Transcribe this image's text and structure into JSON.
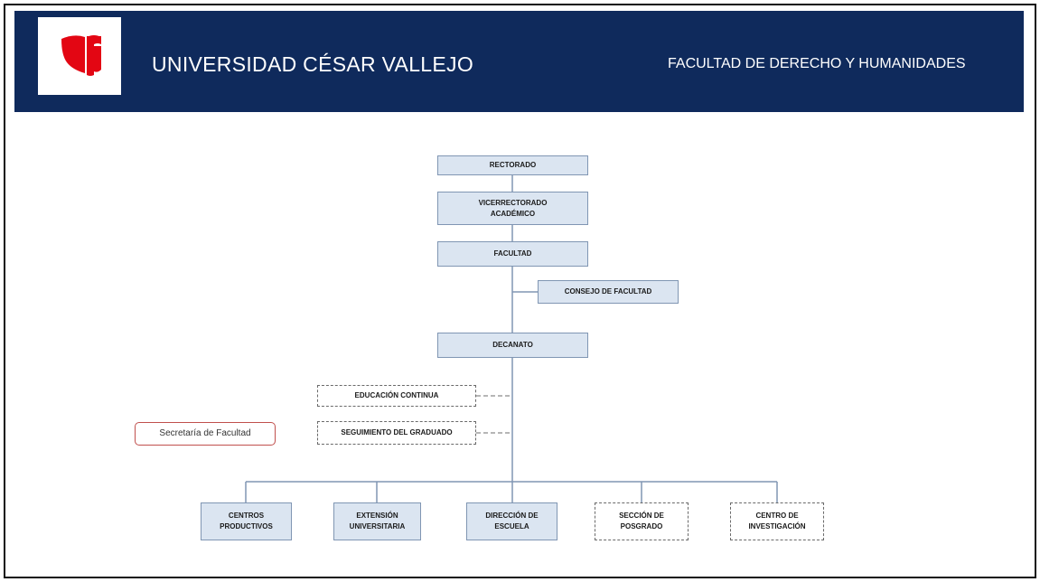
{
  "header": {
    "university": "UNIVERSIDAD CÉSAR VALLEJO",
    "faculty": "FACULTAD DE DERECHO Y HUMANIDADES",
    "logo_icon": "ucv-shield-logo-icon",
    "bg_color": "#0f2a5c",
    "logo_color": "#e30613"
  },
  "org_chart": {
    "rectorado": "RECTORADO",
    "vicerrectorado": "VICERRECTORADO\nACADÉMICO",
    "facultad": "FACULTAD",
    "consejo": "CONSEJO DE FACULTAD",
    "decanato": "DECANATO",
    "educacion_continua": "EDUCACIÓN CONTINUA",
    "seguimiento": "SEGUIMIENTO DEL GRADUADO",
    "secretaria": "Secretaría de Facultad",
    "bottom": [
      "CENTROS\nPRODUCTIVOS",
      "EXTENSIÓN\nUNIVERSITARIA",
      "DIRECCIÓN DE\nESCUELA",
      "SECCIÓN DE\nPOSGRADO",
      "CENTRO DE\nINVESTIGACIÓN"
    ]
  }
}
